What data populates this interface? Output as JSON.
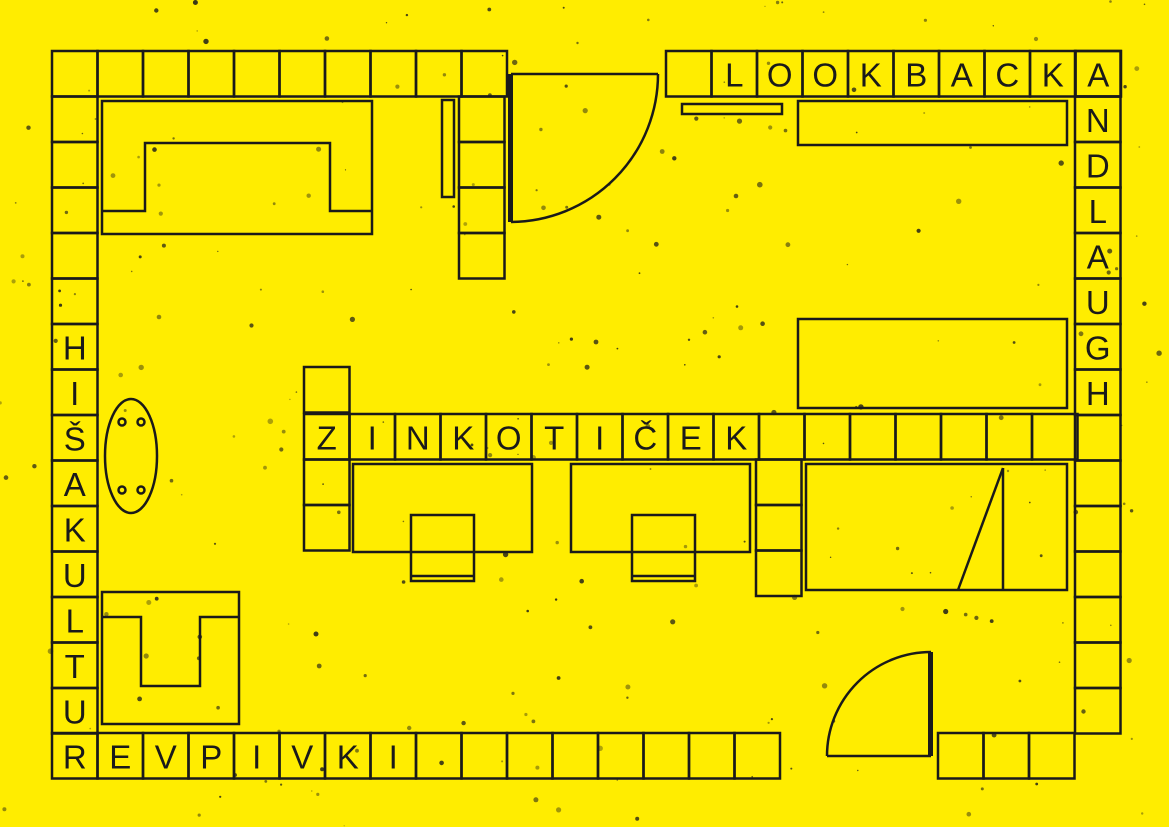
{
  "colors": {
    "background": "#ffed00",
    "ink": "#1a1a1a"
  },
  "words": {
    "top_right": "LOOKBACKA",
    "right_column": "NDLAUGH",
    "left_column": "HIŠAKULTU",
    "bottom_row": "REVPIVKI",
    "center_row": "ZINKOTIČEK"
  }
}
